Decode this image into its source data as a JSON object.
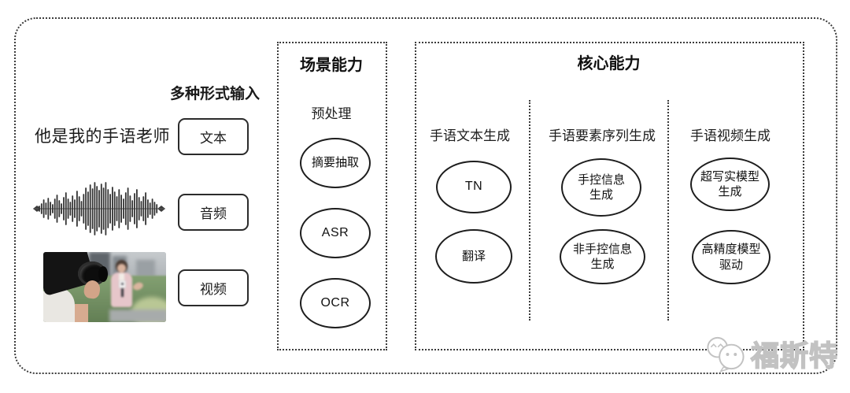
{
  "inputs": {
    "label": "多种形式输入",
    "sample_text": "他是我的手语老师",
    "buttons": [
      {
        "label": "文本"
      },
      {
        "label": "音频"
      },
      {
        "label": "视频"
      }
    ]
  },
  "scene": {
    "title": "场景能力",
    "subtitle": "预处理",
    "nodes": [
      "摘要抽取",
      "ASR",
      "OCR"
    ]
  },
  "core": {
    "title": "核心能力",
    "columns": [
      {
        "header": "手语文本生成",
        "nodes": [
          [
            "TN"
          ],
          [
            "翻译"
          ]
        ]
      },
      {
        "header": "手语要素序列生成",
        "nodes": [
          [
            "手控信息",
            "生成"
          ],
          [
            "非手控信息",
            "生成"
          ]
        ]
      },
      {
        "header": "手语视频生成",
        "nodes": [
          [
            "超写实模型",
            "生成"
          ],
          [
            "高精度模型",
            "驱动"
          ]
        ]
      }
    ]
  },
  "watermark": {
    "text": "福斯特"
  },
  "colors": {
    "line": "#2b2b2b",
    "dotted": "#3c3c3c",
    "watermark": "#c2c2c2"
  }
}
